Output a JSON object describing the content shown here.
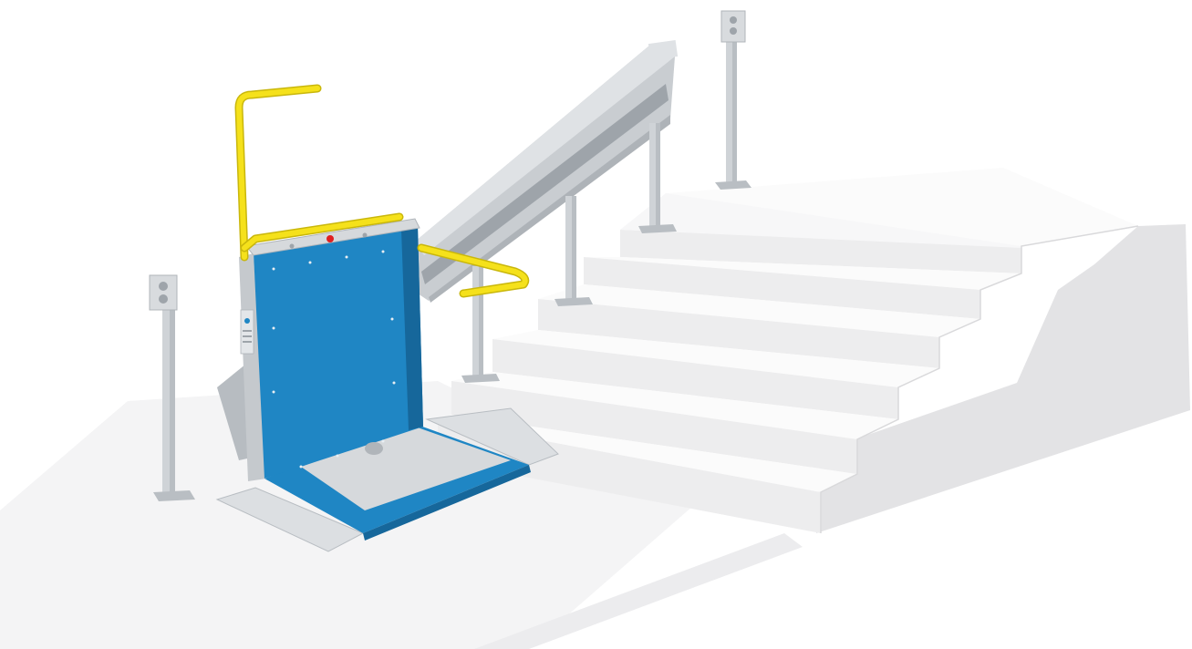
{
  "colors": {
    "background": "#ffffff",
    "floor": "#f4f4f5",
    "stair_top": "#fbfbfb",
    "stair_front": "#ededee",
    "stair_side": "#e3e3e5",
    "rail": "#c9cdd1",
    "rail_dark": "#9ea4aa",
    "post": "#cfd3d7",
    "platform_blue": "#1f86c4",
    "platform_blue_dark": "#16679b",
    "handrail_yellow": "#f5e11b",
    "handrail_yellow_dark": "#c9b70c",
    "metal_plate": "#d6d9dc",
    "emergency_red": "#e02020"
  },
  "objects": {
    "stairs": "staircase",
    "rail": "inclined-rail",
    "lift": "platform-lift",
    "handrails": "yellow-handrails",
    "ramps": "fold-down-ramps",
    "call_stations": "call-station-posts"
  }
}
